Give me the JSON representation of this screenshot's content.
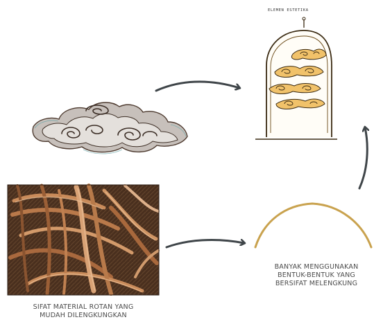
{
  "labels": {
    "sketch_title": "ELEMEN ESTETIKA",
    "curve_caption": [
      "BANYAK MENGGUNAKAN",
      "BENTUK-BENTUK YANG",
      "BERSIFAT MELENGKUNG"
    ],
    "rattan_caption": [
      "SIFAT MATERIAL ROTAN YANG",
      "MUDAH DILENGKUNGKAN"
    ]
  },
  "colors": {
    "arrow": "#3f4549",
    "curve": "#c9a24e",
    "sketch_line": "#3a2a12",
    "sketch_fill": "#d9a441",
    "cloud_fill": "#b9b4b0",
    "rattan_dark": "#3b2616",
    "rattan_light": "#c98b5a"
  }
}
